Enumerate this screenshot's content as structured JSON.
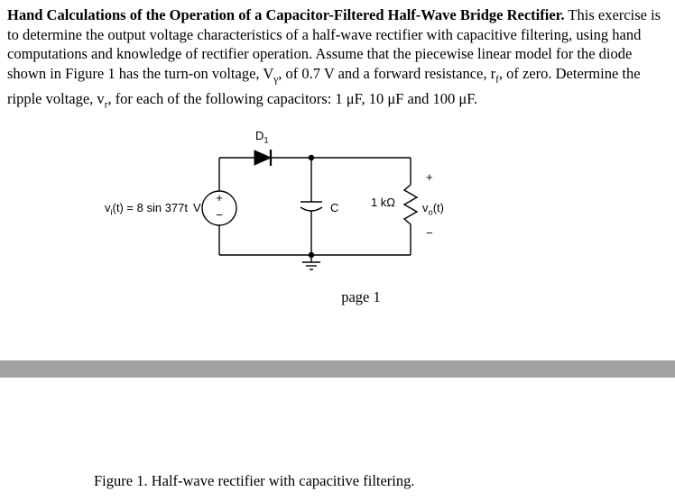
{
  "colors": {
    "background": "#ffffff",
    "text": "#000000",
    "divider": "#a1a1a1"
  },
  "paragraph": {
    "runs": [
      {
        "text": "Hand Calculations of the Operation of a Capacitor-Filtered Half-Wave Bridge Rectifier.",
        "bold": true
      },
      {
        "text": " This exercise is to determine the output voltage characteristics of a half-wave rectifier with capacitive filtering, using hand computations and knowledge of rectifier operation. Assume that the piecewise linear model for the diode shown in Figure 1 has the turn-on voltage, V"
      },
      {
        "text": "γ",
        "sub": true
      },
      {
        "text": ", of 0.7 V and a forward resistance, r"
      },
      {
        "text": "f",
        "sub": true
      },
      {
        "text": ", of zero.  Determine the ripple voltage, v"
      },
      {
        "text": "r",
        "sub": true
      },
      {
        "text": ", for each of the following capacitors: 1 μF, 10 μF and 100 μF."
      }
    ]
  },
  "circuit": {
    "diode_label": {
      "runs": [
        {
          "text": "D"
        },
        {
          "text": "1",
          "sub": true
        }
      ]
    },
    "source_label": {
      "runs": [
        {
          "text": "v"
        },
        {
          "text": "i",
          "sub": true
        },
        {
          "text": "(t) = 8 sin 377t"
        }
      ]
    },
    "source_unit": "V",
    "source_plus": "+",
    "source_minus": "−",
    "capacitor_label": "C",
    "resistor_label": "1 kΩ",
    "output_plus": "+",
    "output_label": {
      "runs": [
        {
          "text": "v"
        },
        {
          "text": "o",
          "sub": true
        },
        {
          "text": "(t)"
        }
      ]
    },
    "output_minus": "−"
  },
  "page_label": "page 1",
  "caption": "Figure 1. Half-wave rectifier with capacitive filtering."
}
